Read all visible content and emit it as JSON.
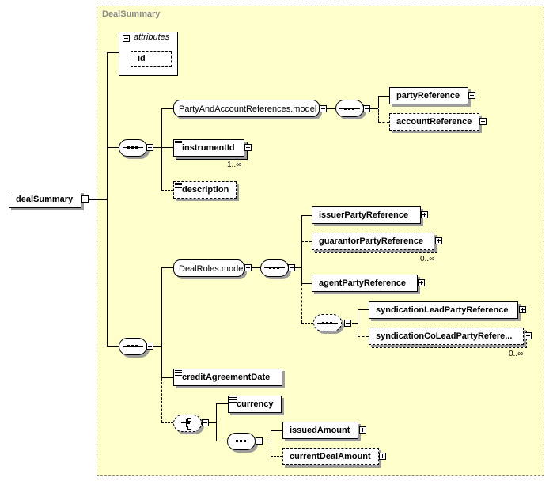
{
  "container": {
    "title": "DealSummary",
    "fill": "#ffffcc",
    "border": "#8a8a8a"
  },
  "root": {
    "label": "dealSummary"
  },
  "attributes": {
    "header": "attributes",
    "items": [
      "id"
    ]
  },
  "groups": {
    "party_and_account": {
      "label": "PartyAndAccountReferences.model"
    },
    "deal_roles": {
      "label": "DealRoles.model"
    }
  },
  "elements": {
    "partyReference": "partyReference",
    "accountReference": "accountReference",
    "instrumentId": "instrumentId",
    "instrumentId_card": "1..∞",
    "description": "description",
    "issuerPartyReference": "issuerPartyReference",
    "guarantorPartyReference": "guarantorPartyReference",
    "guarantor_card": "0..∞",
    "agentPartyReference": "agentPartyReference",
    "syndicationLeadPartyReference": "syndicationLeadPartyReference",
    "syndicationCoLeadPartyReference": "syndicationCoLeadPartyRefere...",
    "syndicationCoLead_card": "0..∞",
    "creditAgreementDate": "creditAgreementDate",
    "currency": "currency",
    "issuedAmount": "issuedAmount",
    "currentDealAmount": "currentDealAmount"
  },
  "icons": [
    "collapse-icon",
    "expand-icon",
    "documentation-icon",
    "sequence-icon",
    "choice-icon"
  ]
}
